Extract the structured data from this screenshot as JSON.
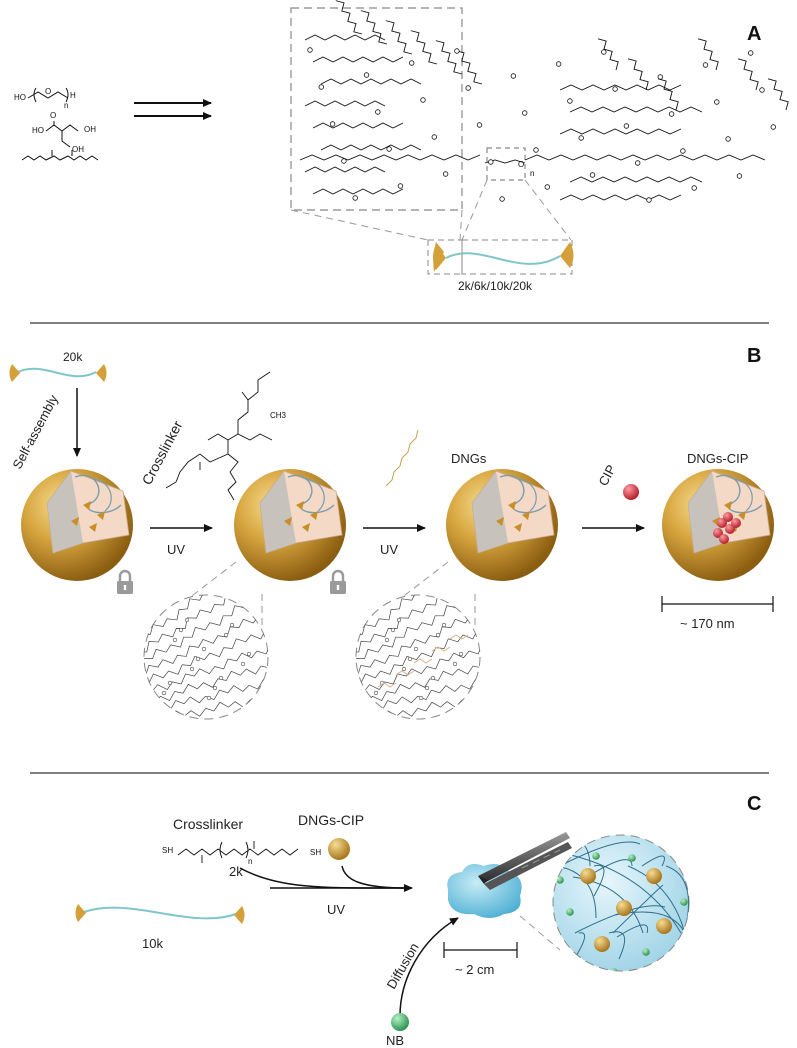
{
  "panels": {
    "a": {
      "letter": "A",
      "reagent_peg_ho": "HO",
      "reagent_peg_o": "O",
      "reagent_peg_n": "n",
      "reagent_peg_h": "H",
      "reagent_bismpa_ho": "HO",
      "reagent_bismpa_o": "O",
      "reagent_bismpa_oh1": "OH",
      "reagent_bismpa_oh2": "OH",
      "core_o": "O",
      "core_n": "n",
      "molecular_weights": "2k/6k/10k/20k"
    },
    "b": {
      "letter": "B",
      "polymer_label": "20k",
      "self_assembly": "Self-assembly",
      "crosslinker": "Crosslinker",
      "ch3": "CH3",
      "uv_1": "UV",
      "uv_2": "UV",
      "dngs": "DNGs",
      "cip": "CIP",
      "dngs_cip": "DNGs-CIP",
      "size": "~ 170 nm"
    },
    "c": {
      "letter": "C",
      "crosslinker": "Crosslinker",
      "sh_left": "SH",
      "sh_right": "SH",
      "mw": "2k",
      "n": "n",
      "dngs_cip": "DNGs-CIP",
      "polymer_label": "10k",
      "uv": "UV",
      "diffusion": "Diffusion",
      "nb": "NB",
      "size": "~ 2 cm"
    }
  },
  "colors": {
    "gold": "#d4a03a",
    "gold_dark": "#a97a1e",
    "teal": "#7fc6cc",
    "cip_red": "#d8404a",
    "nb_green": "#4cb870",
    "gel_blue": "#7fc6e0",
    "gray_lock": "#9a9a9a"
  }
}
